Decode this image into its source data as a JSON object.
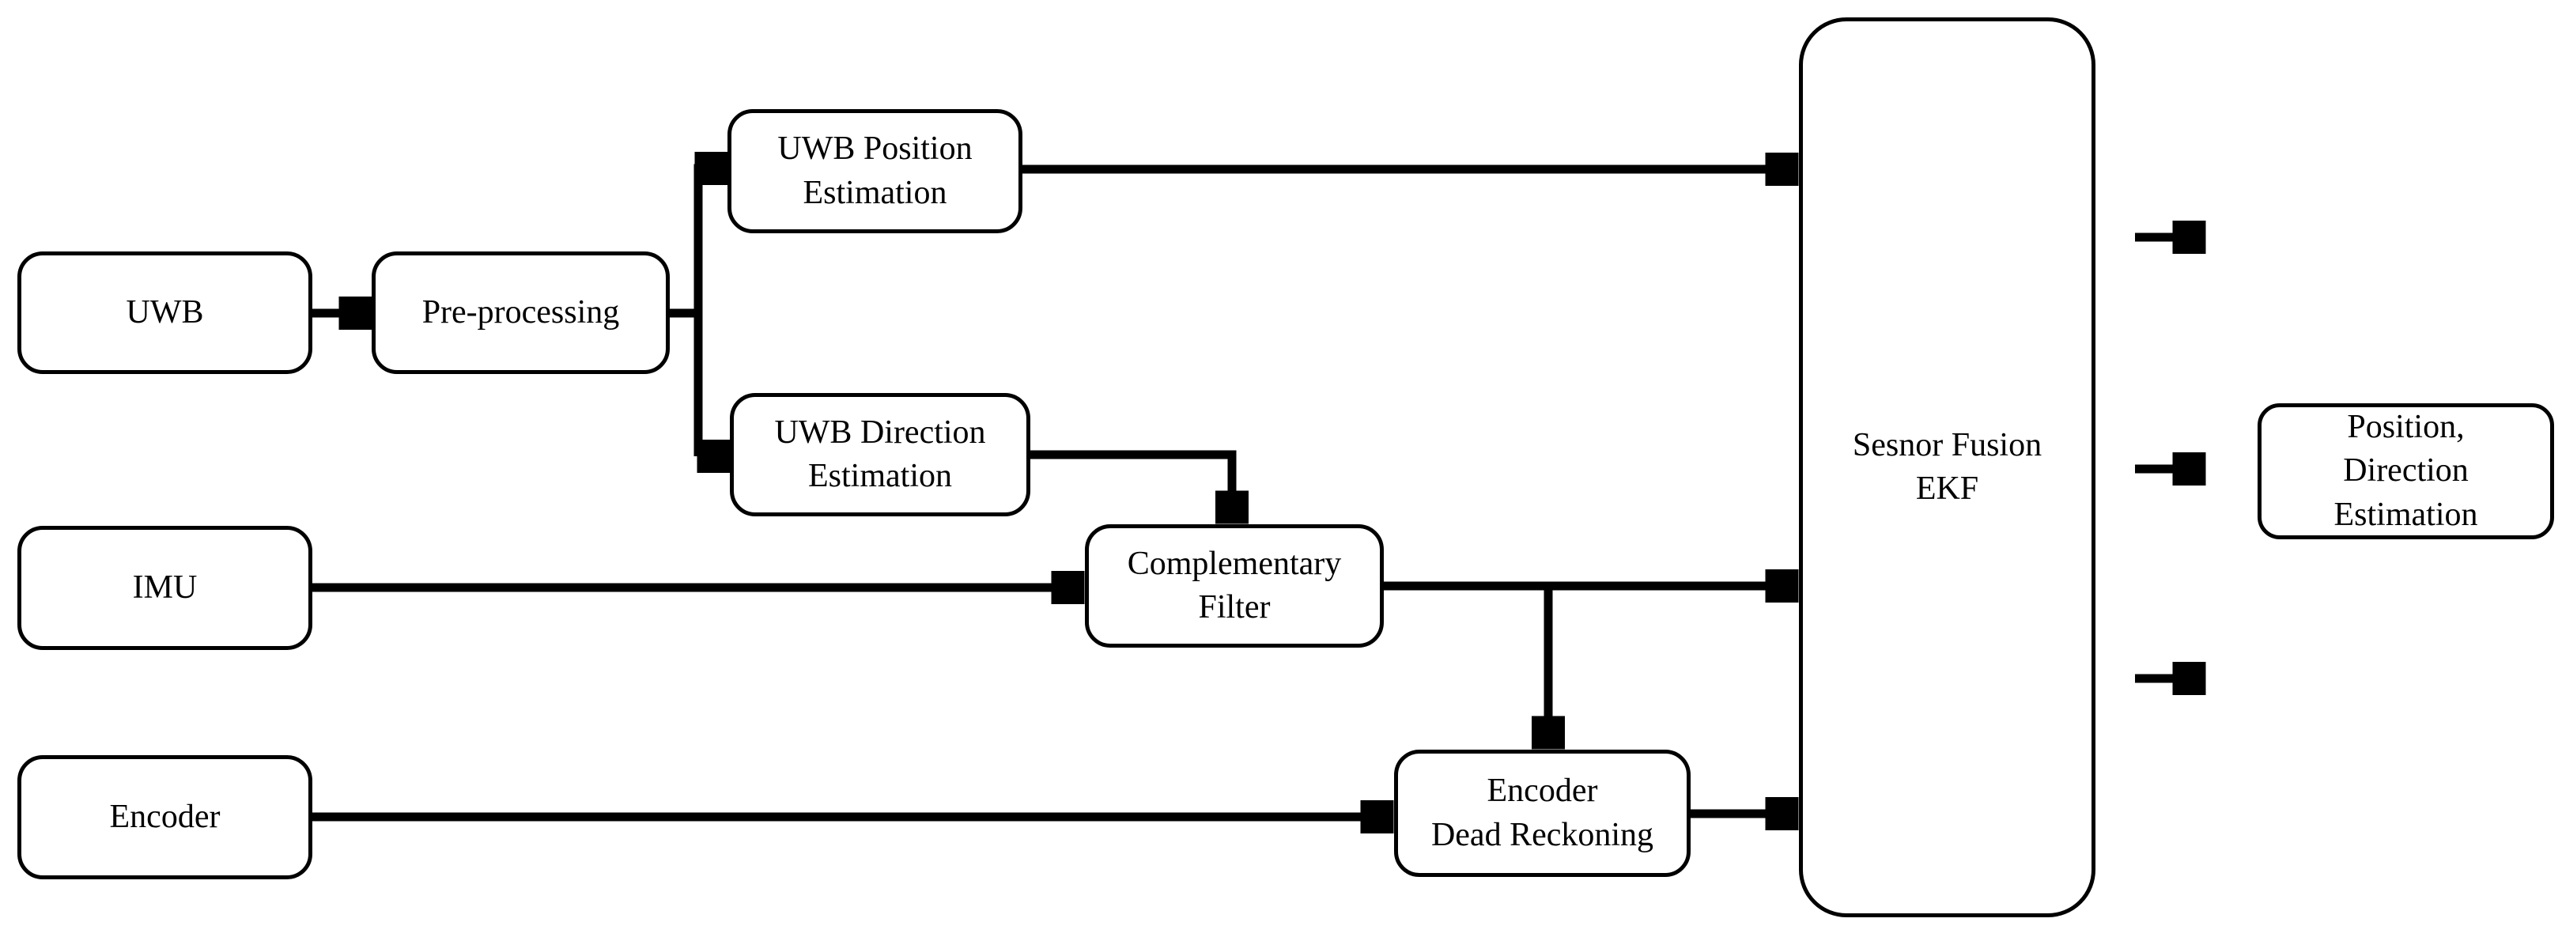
{
  "diagram": {
    "nodes": {
      "uwb": {
        "label": "UWB"
      },
      "preprocessing": {
        "label": "Pre-processing"
      },
      "uwb_position": {
        "label": "UWB Position\nEstimation"
      },
      "uwb_direction": {
        "label": "UWB Direction\nEstimation"
      },
      "imu": {
        "label": "IMU"
      },
      "complementary_filter": {
        "label": "Complementary\nFilter"
      },
      "encoder": {
        "label": "Encoder"
      },
      "encoder_dead_reckoning": {
        "label": "Encoder\nDead Reckoning"
      },
      "sensor_fusion_ekf": {
        "label": "Sesnor Fusion\nEKF"
      },
      "output": {
        "label": "Position,\nDirection\nEstimation"
      }
    },
    "edges": [
      {
        "from": "UWB",
        "to": "Pre-processing"
      },
      {
        "from": "Pre-processing",
        "to": "UWB Position Estimation"
      },
      {
        "from": "Pre-processing",
        "to": "UWB Direction Estimation"
      },
      {
        "from": "UWB Position Estimation",
        "to": "Sesnor Fusion EKF"
      },
      {
        "from": "UWB Direction Estimation",
        "to": "Complementary Filter"
      },
      {
        "from": "IMU",
        "to": "Complementary Filter"
      },
      {
        "from": "Complementary Filter",
        "to": "Sesnor Fusion EKF"
      },
      {
        "from": "Complementary Filter",
        "to": "Encoder Dead Reckoning"
      },
      {
        "from": "Encoder",
        "to": "Encoder Dead Reckoning"
      },
      {
        "from": "Encoder Dead Reckoning",
        "to": "Sesnor Fusion EKF"
      },
      {
        "from": "Sesnor Fusion EKF",
        "to": "output arrow top"
      },
      {
        "from": "Sesnor Fusion EKF",
        "to": "Position, Direction Estimation"
      },
      {
        "from": "Sesnor Fusion EKF",
        "to": "output arrow bottom"
      }
    ],
    "colors": {
      "background": "#ffffff",
      "line": "#000000",
      "box_border": "#000000",
      "text": "#000000"
    }
  }
}
